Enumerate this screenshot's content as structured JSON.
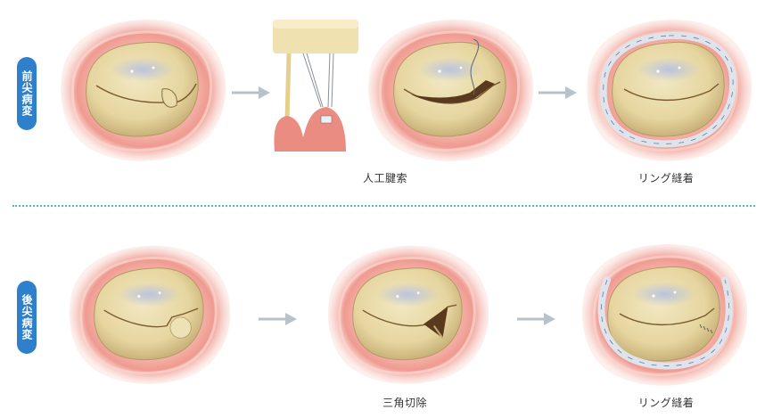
{
  "colors": {
    "badge": "#2e7fcc",
    "divider": "#4fb4de",
    "arrow": "#b9c2c8",
    "annulus": "#ef9a90",
    "annulus_dark": "#e2776d",
    "leaflet": "#e8dba6",
    "leaflet_shade": "#c9b27a",
    "highlight": "#b9c4e0",
    "ring": "#dfe4ec",
    "gap": "#5a3a1f"
  },
  "rows": [
    {
      "label": "前尖病変",
      "steps": [
        {
          "type": "valve",
          "state": "prolapse-anterior",
          "caption": ""
        },
        {
          "type": "arrow"
        },
        {
          "type": "chordae-illustration",
          "caption": ""
        },
        {
          "type": "valve",
          "state": "artificial-chordae",
          "caption": "人工腱索"
        },
        {
          "type": "arrow"
        },
        {
          "type": "valve",
          "state": "full-ring",
          "caption": "リング縫着"
        }
      ]
    },
    {
      "label": "後尖病変",
      "steps": [
        {
          "type": "valve",
          "state": "prolapse-posterior",
          "caption": ""
        },
        {
          "type": "arrow"
        },
        {
          "type": "valve",
          "state": "triangular-resection",
          "caption": "三角切除"
        },
        {
          "type": "arrow"
        },
        {
          "type": "valve",
          "state": "partial-ring",
          "caption": "リング縫着"
        }
      ]
    }
  ]
}
